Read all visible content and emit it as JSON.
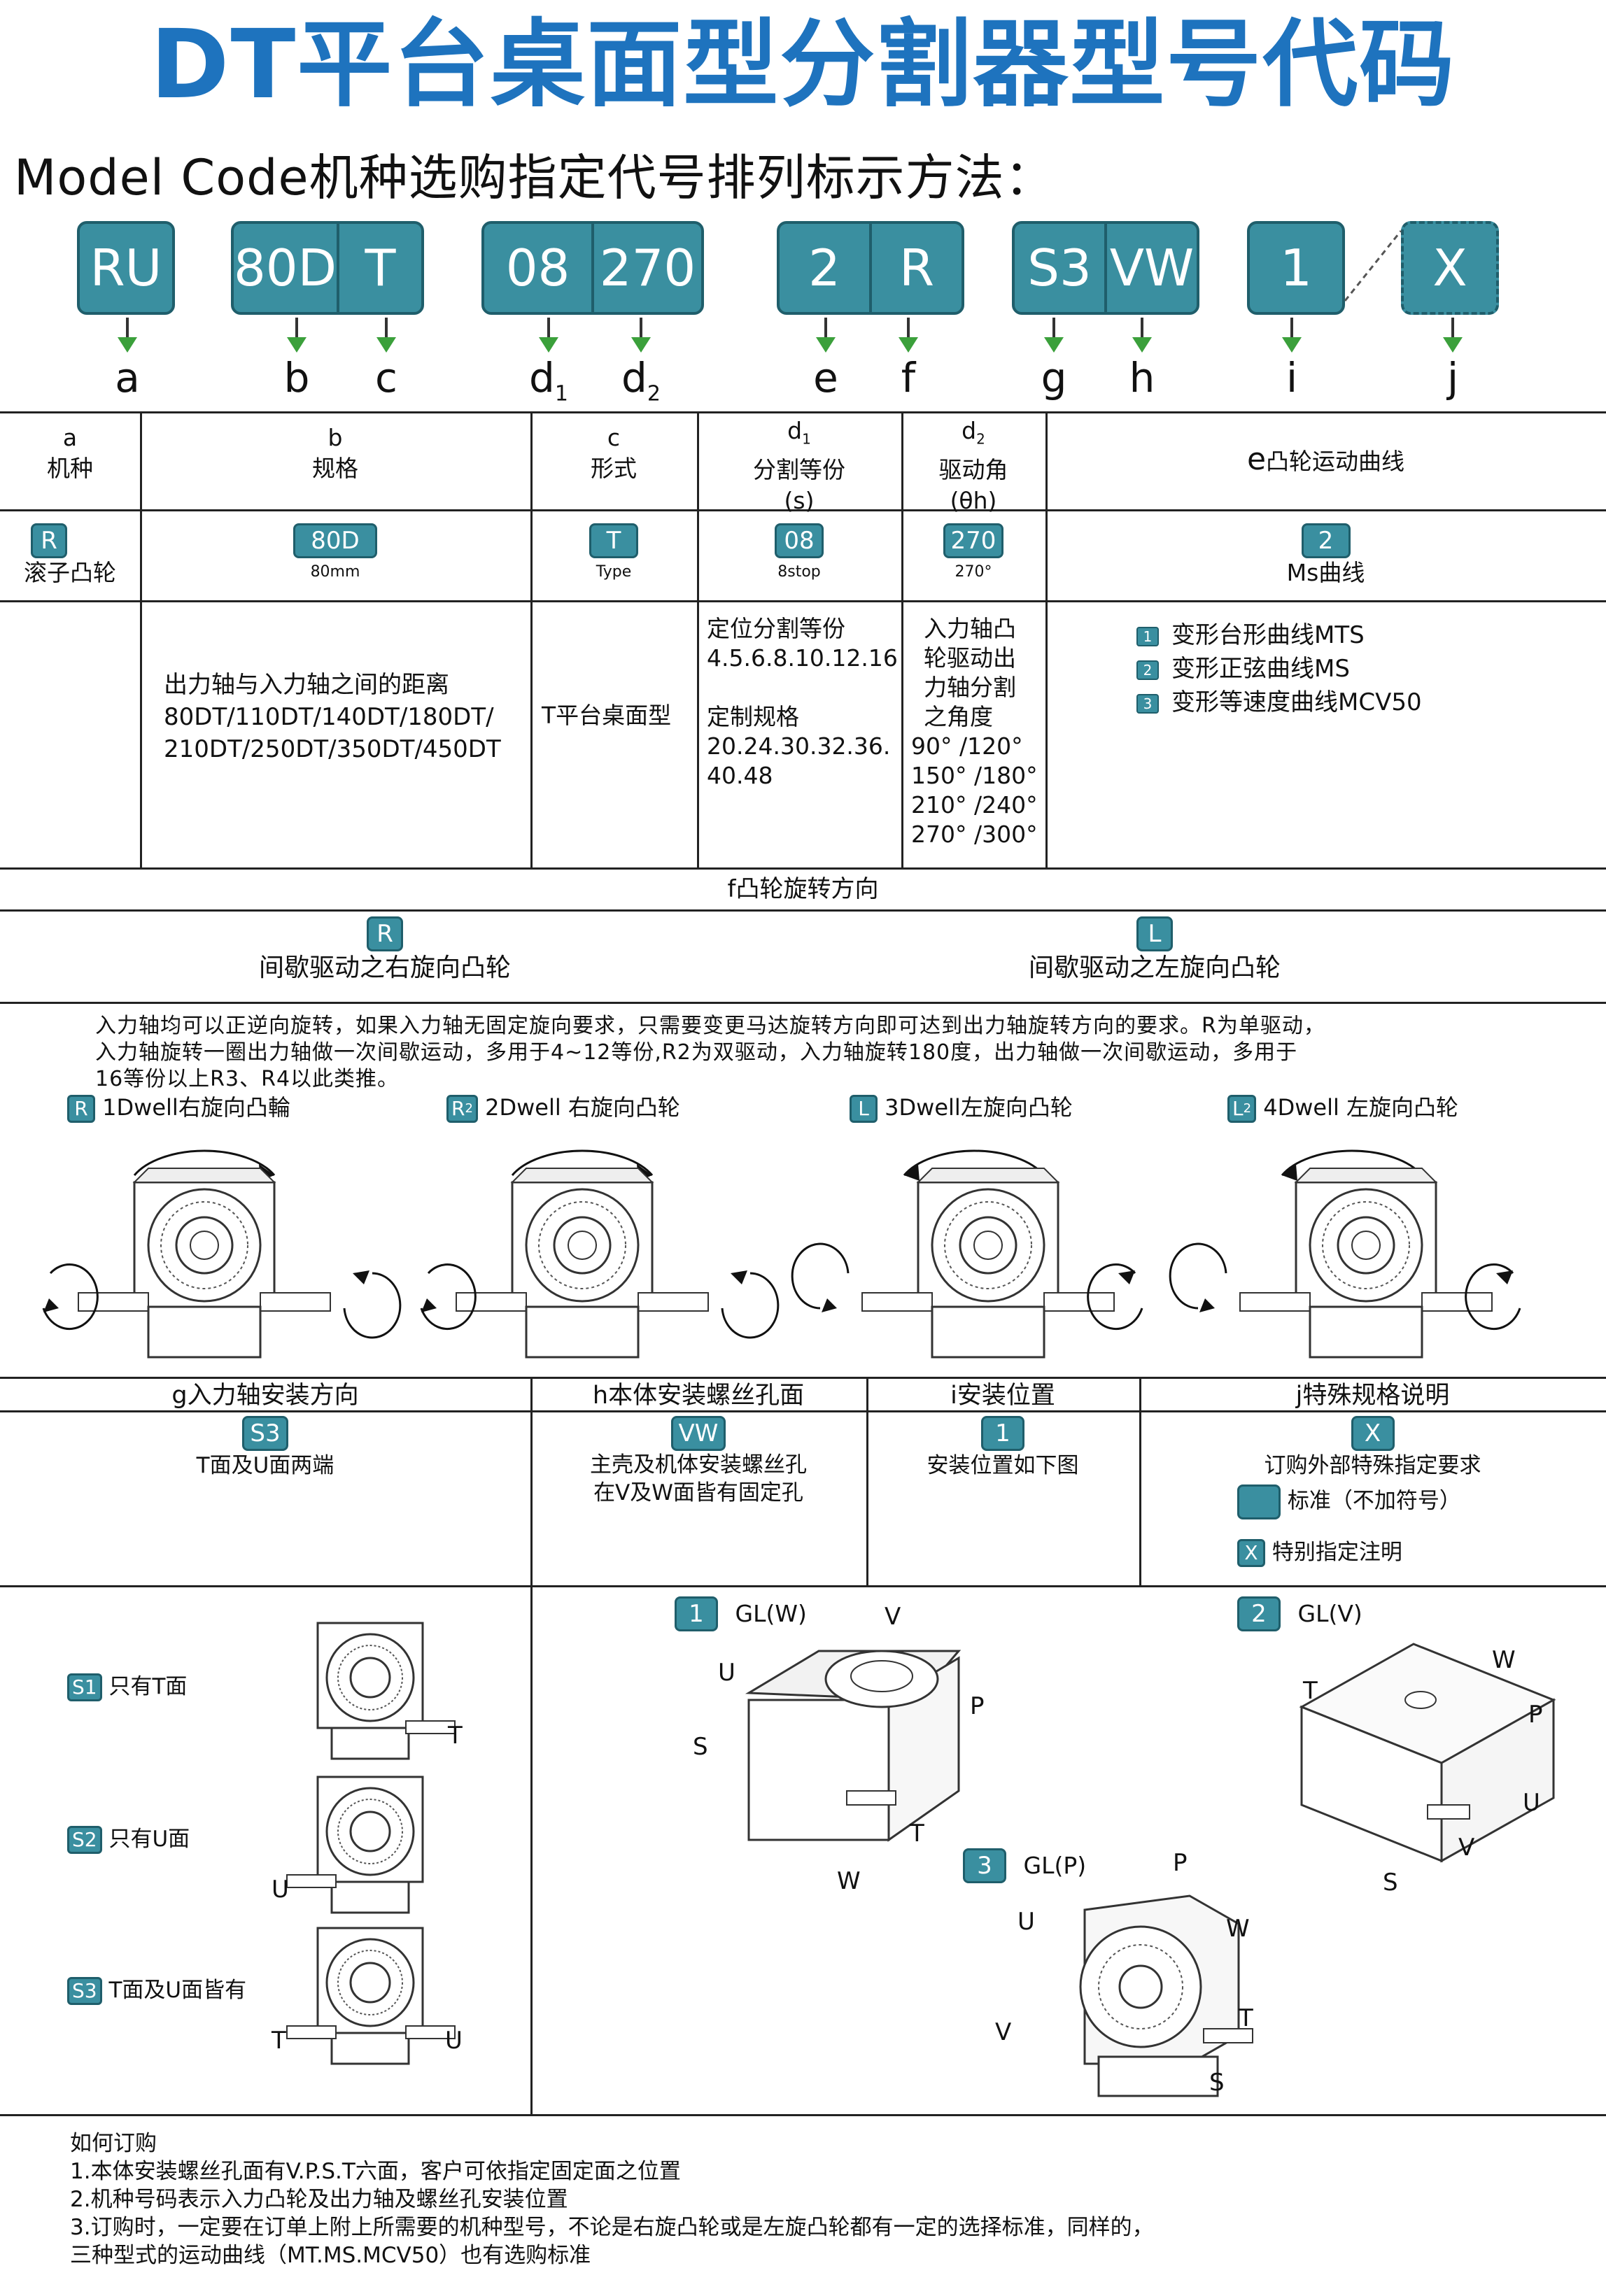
{
  "title": "DT平台桌面型分割器型号代码",
  "subtitle": "Model Code机种选购指定代号排列标示方法：",
  "code_boxes": [
    {
      "segs": [
        "RU"
      ]
    },
    {
      "segs": [
        "80D",
        "T"
      ]
    },
    {
      "segs": [
        "08",
        "270"
      ]
    },
    {
      "segs": [
        "2",
        "R"
      ]
    },
    {
      "segs": [
        "S3",
        "VW"
      ]
    },
    {
      "segs": [
        "1"
      ]
    },
    {
      "segs": [
        "X"
      ]
    }
  ],
  "letters": [
    "a",
    "b",
    "c",
    "d",
    "d",
    "e",
    "f",
    "g",
    "h",
    "i",
    "j"
  ],
  "letter_subs": {
    "d1": "1",
    "d2": "2"
  },
  "table": {
    "headers": {
      "a": {
        "code": "a",
        "name": "机种"
      },
      "b": {
        "code": "b",
        "name": "规格"
      },
      "c": {
        "code": "c",
        "name": "形式"
      },
      "d1": {
        "code": "d",
        "sub": "1",
        "name": "分割等份",
        "unit": "(s)"
      },
      "d2": {
        "code": "d",
        "sub": "2",
        "name": "驱动角",
        "unit": "(θh)"
      },
      "e": {
        "code": "e",
        "name": "凸轮运动曲线"
      }
    },
    "examples": {
      "a": {
        "badge": "R",
        "label": "滚子凸轮"
      },
      "b": {
        "badge": "80D",
        "label": "80mm"
      },
      "c": {
        "badge": "T",
        "label": "Type"
      },
      "d1": {
        "badge": "08",
        "label": "8stop"
      },
      "d2": {
        "badge": "270",
        "label": "270°"
      },
      "e": {
        "badge": "2",
        "label": "Ms曲线"
      }
    },
    "details": {
      "b": [
        "出力轴与入力轴之间的距离",
        "80DT/110DT/140DT/180DT/",
        "210DT/250DT/350DT/450DT"
      ],
      "c": "T平台桌面型",
      "d1": [
        "定位分割等份",
        "4.5.6.8.10.12.16",
        "",
        "定制规格",
        "20.24.30.32.36.",
        "40.48"
      ],
      "d2": [
        "入力轴凸",
        "轮驱动出",
        "力轴分割",
        "之角度",
        "90°  /120°",
        "150°  /180°",
        "210°  /240°",
        "270°  /300°"
      ],
      "e": [
        {
          "num": "1",
          "text": "变形台形曲线MTS"
        },
        {
          "num": "2",
          "text": "变形正弦曲线MS"
        },
        {
          "num": "3",
          "text": "变形等速度曲线MCV50"
        }
      ]
    }
  },
  "f_section": {
    "title": "f凸轮旋转方向",
    "right": {
      "badge": "R",
      "label": "间歇驱动之右旋向凸轮"
    },
    "left": {
      "badge": "L",
      "label": "间歇驱动之左旋向凸轮"
    },
    "note": [
      "入力轴均可以正逆向旋转，如果入力轴无固定旋向要求，只需要变更马达旋转方向即可达到出力轴旋转方向的要求。R为单驱动，",
      "入力轴旋转一圈出力轴做一次间歇运动，多用于4~12等份,R2为双驱动，入力轴旋转180度，出力轴做一次间歇运动，多用于",
      "16等份以上R3、R4以此类推。"
    ],
    "dwells": [
      {
        "badge": "R",
        "sub": "",
        "label": "1Dwell右旋向凸輪"
      },
      {
        "badge": "R",
        "sub": "2",
        "label": "2Dwell 右旋向凸轮"
      },
      {
        "badge": "L",
        "sub": "",
        "label": "3Dwell左旋向凸轮"
      },
      {
        "badge": "L",
        "sub": "2",
        "label": "4Dwell 左旋向凸轮"
      }
    ]
  },
  "g_section": {
    "title": "g入力轴安装方向",
    "badge": "S3",
    "label": "T面及U面两端"
  },
  "h_section": {
    "title": "h本体安装螺丝孔面",
    "badge": "VW",
    "lines": [
      "主壳及机体安装螺丝孔",
      "在V及W面皆有固定孔"
    ]
  },
  "i_section": {
    "title": "i安装位置",
    "badge": "1",
    "label": "安装位置如下图"
  },
  "j_section": {
    "title": "j特殊规格说明",
    "badge": "X",
    "label": "订购外部特殊指定要求",
    "std_label": "标准（不加符号）",
    "x_badge": "X",
    "x_label": "特别指定注明"
  },
  "shaft_options": [
    {
      "badge": "S1",
      "label": "只有T面",
      "tags": [
        "T"
      ]
    },
    {
      "badge": "S2",
      "label": "只有U面",
      "tags": [
        "U"
      ]
    },
    {
      "badge": "S3",
      "label": "T面及U面皆有",
      "tags": [
        "T",
        "U"
      ]
    }
  ],
  "mount_positions": [
    {
      "badge": "1",
      "label": "GL(W)",
      "faces": [
        "V",
        "U",
        "P",
        "S",
        "T",
        "W"
      ]
    },
    {
      "badge": "2",
      "label": "GL(V)",
      "faces": [
        "W",
        "T",
        "P",
        "U",
        "V",
        "S"
      ]
    },
    {
      "badge": "3",
      "label": "GL(P)",
      "faces": [
        "P",
        "U",
        "W",
        "V",
        "T",
        "S"
      ]
    }
  ],
  "order_notes": {
    "title": "如何订购",
    "lines": [
      "1.本体安装螺丝孔面有V.P.S.T六面，客户可依指定固定面之位置",
      "2.机种号码表示入力凸轮及出力轴及螺丝孔安装位置",
      "3.订购时，一定要在订单上附上所需要的机种型号，不论是右旋凸轮或是左旋凸轮都有一定的选择标准，同样的，",
      "三种型式的运动曲线（MT.MS.MCV50）也有选购标准"
    ]
  },
  "colors": {
    "title": "#1e73be",
    "badge": "#3a8fa0",
    "badge_border": "#1f5e6b",
    "arrow_head": "#3ba03b"
  }
}
